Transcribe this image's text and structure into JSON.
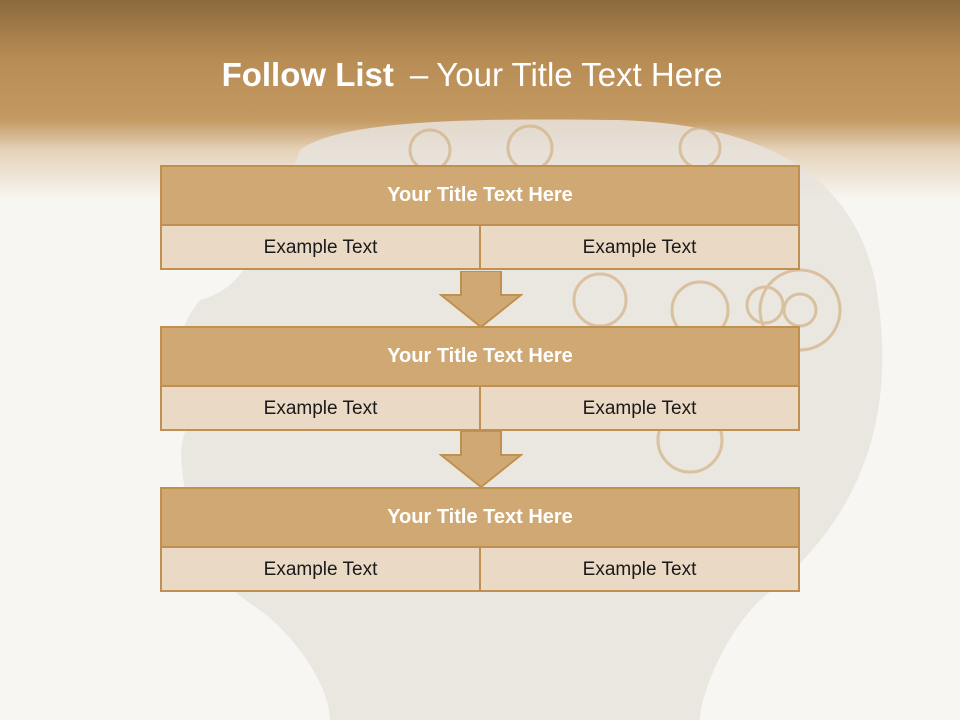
{
  "slide": {
    "title_bold": "Follow List",
    "title_dash": "–",
    "title_rest": "Your Title Text Here"
  },
  "panels": [
    {
      "title": "Your Title Text Here",
      "left_text": "Example Text",
      "right_text": "Example Text"
    },
    {
      "title": "Your Title Text Here",
      "left_text": "Example Text",
      "right_text": "Example Text"
    },
    {
      "title": "Your Title Text Here",
      "left_text": "Example Text",
      "right_text": "Example Text"
    }
  ],
  "colors": {
    "header_brown": "#b88d55",
    "panel_head": "#d0a873",
    "panel_body": "#ead9c4",
    "panel_border": "#c0904e",
    "arrow_fill": "#d0a873"
  }
}
